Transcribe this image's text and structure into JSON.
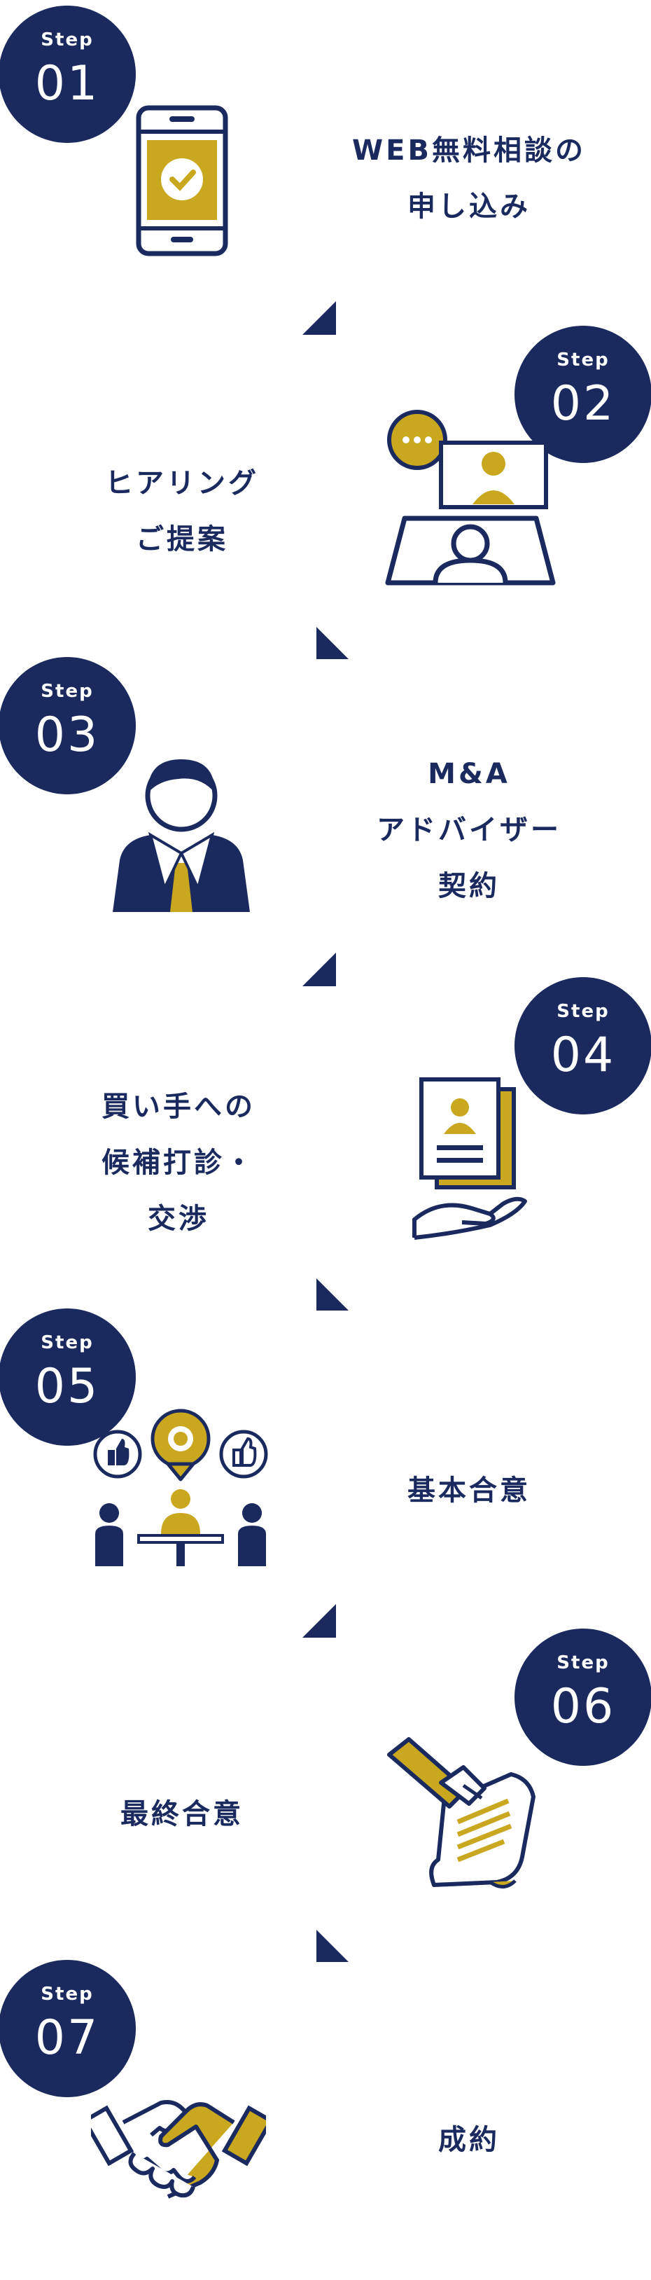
{
  "step_label": "Step",
  "steps": [
    {
      "num": "01",
      "title": [
        "WEB無料相談の",
        "申し込み"
      ],
      "icon": "smartphone-check-icon"
    },
    {
      "num": "02",
      "title": [
        "ヒアリング",
        "ご提案"
      ],
      "icon": "online-meeting-icon"
    },
    {
      "num": "03",
      "title": [
        "M&A",
        "アドバイザー",
        "契約"
      ],
      "icon": "advisor-person-icon"
    },
    {
      "num": "04",
      "title": [
        "買い手への",
        "候補打診・",
        "交渉"
      ],
      "icon": "profile-document-hand-icon"
    },
    {
      "num": "05",
      "title": [
        "基本合意"
      ],
      "icon": "meeting-agreement-icon"
    },
    {
      "num": "06",
      "title": [
        "最終合意"
      ],
      "icon": "fountain-pen-contract-icon"
    },
    {
      "num": "07",
      "title": [
        "成約"
      ],
      "icon": "handshake-icon"
    }
  ],
  "colors": {
    "navy": "#1b2a5e",
    "gold": "#c9a820",
    "white": "#ffffff"
  }
}
